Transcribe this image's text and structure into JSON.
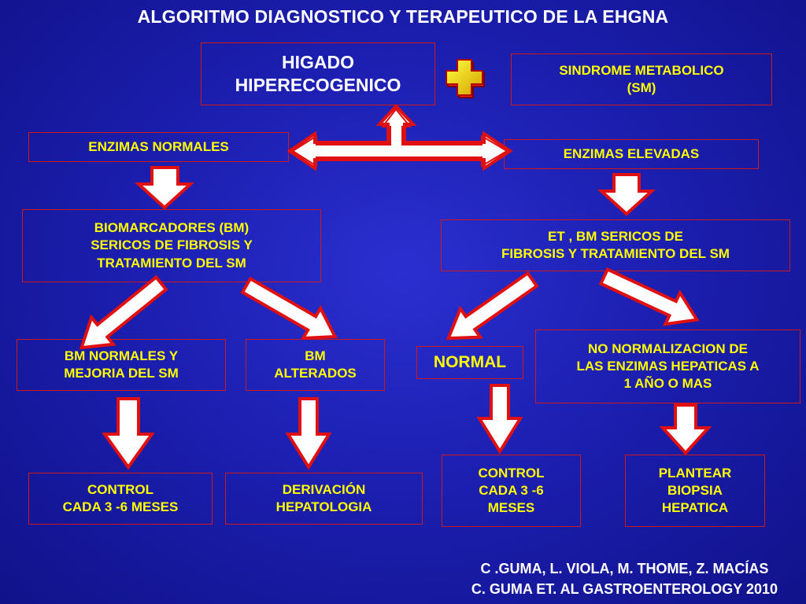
{
  "title": "ALGORITMO DIAGNOSTICO Y TERAPEUTICO DE LA EHGNA",
  "nodes": {
    "higado": "HIGADO\nHIPERECOGENICO",
    "plus_symbol": "+",
    "sindrome": "SINDROME METABOLICO\n(SM)",
    "enzimas_normales": "ENZIMAS NORMALES",
    "enzimas_elevadas": "ENZIMAS ELEVADAS",
    "biomarcadores": "BIOMARCADORES (BM)\nSERICOS DE FIBROSIS Y\nTRATAMIENTO DEL SM",
    "et_bm": "ET , BM SERICOS DE\nFIBROSIS  Y TRATAMIENTO DEL SM",
    "bm_normales": "BM NORMALES Y\nMEJORIA DEL SM",
    "bm_alterados": "BM\nALTERADOS",
    "normal": "NORMAL",
    "no_normalizacion": "NO NORMALIZACION  DE\nLAS ENZIMAS HEPATICAS A\n1 AÑO O MAS",
    "control_left": "CONTROL\n CADA 3 -6 MESES",
    "derivacion": "DERIVACIÓN\nHEPATOLOGIA",
    "control_right": "CONTROL\nCADA 3 -6\nMESES",
    "plantear": "PLANTEAR\nBIOPSIA\nHEPATICA"
  },
  "credits": {
    "line1": "C .GUMA, L. VIOLA, M. THOME, Z. MACÍAS",
    "line2": "C. GUMA ET. AL GASTROENTEROLOGY 2010"
  },
  "colors": {
    "background": "#1c1fb0",
    "box_text": "#ffff00",
    "box_border": "#d01818",
    "arrow_outline": "#e01010",
    "arrow_fill": "#ffffff",
    "title_text": "#ffffff"
  }
}
